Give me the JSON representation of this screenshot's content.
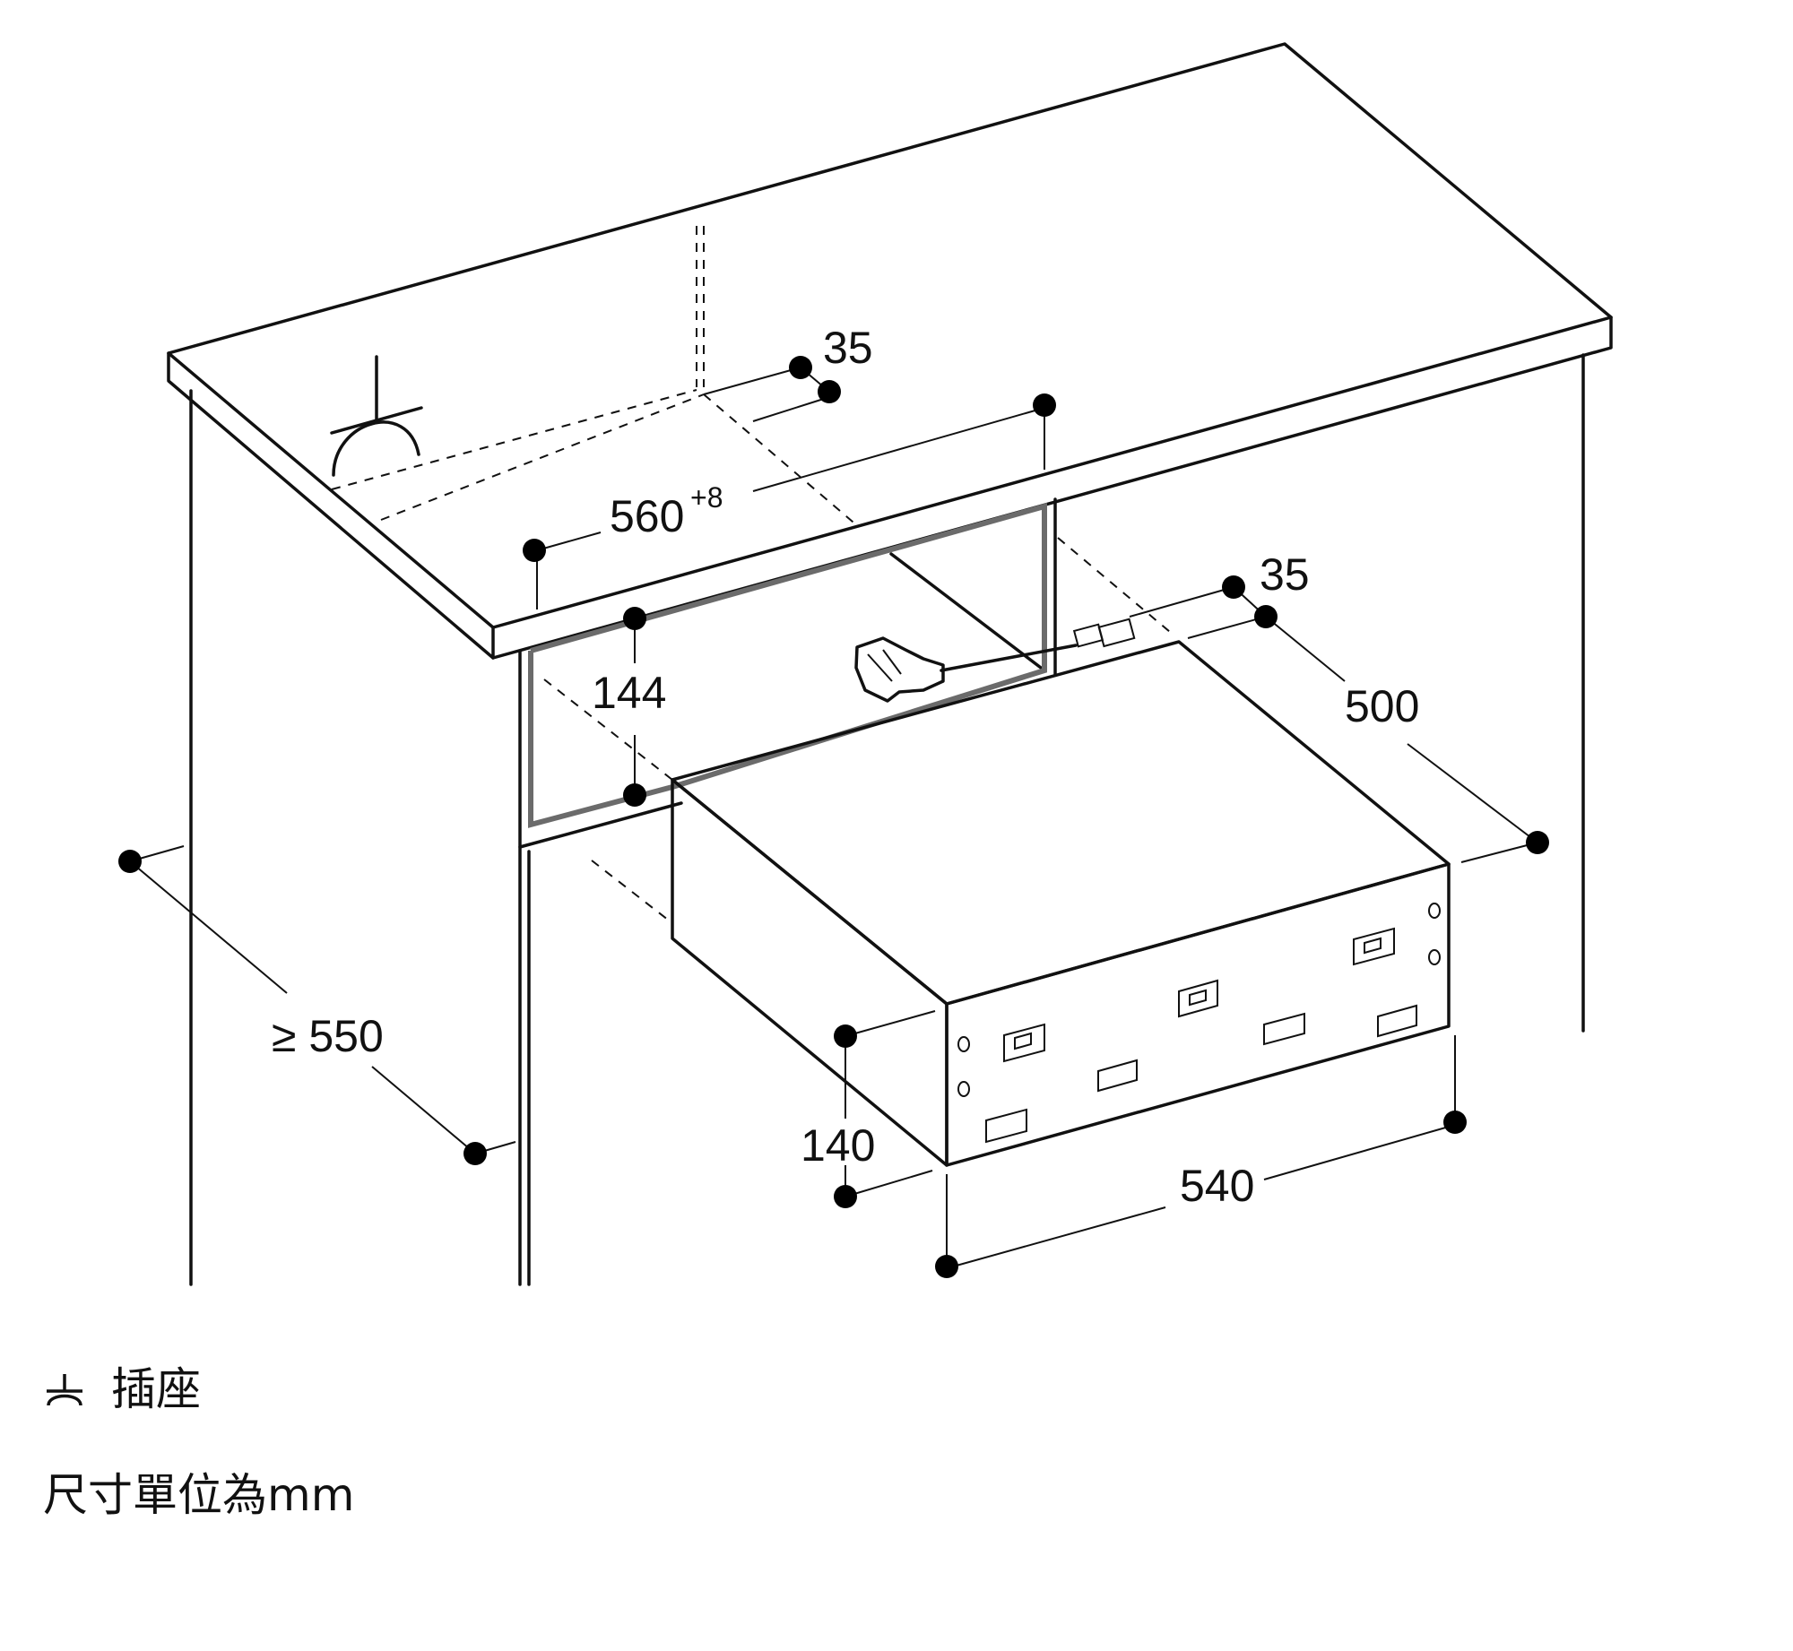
{
  "dimensions": {
    "cutout_width": "560",
    "cutout_width_tolerance": "+8",
    "top_offset_35": "35",
    "side_offset_35": "35",
    "cutout_height": "144",
    "depth_500": "500",
    "cabinet_depth": "≥ 550",
    "unit_height": "140",
    "unit_width": "540"
  },
  "legend": {
    "socket_icon": "socket-symbol-icon",
    "socket_label": "插座",
    "units_note": "尺寸單位為mm"
  }
}
